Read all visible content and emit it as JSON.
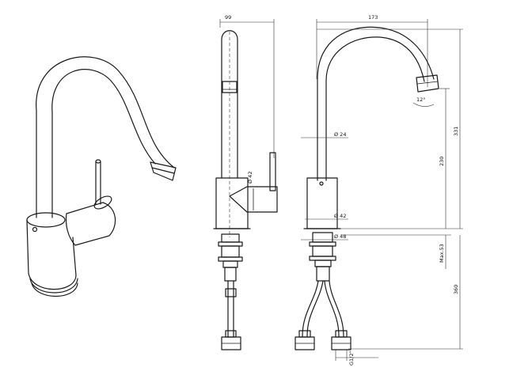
{
  "drawing": {
    "dimensions": {
      "side_spout_reach": "99",
      "front_spout_reach": "173",
      "spout_diameter": "Ø 24",
      "body_diameter_side": "Ø 42",
      "body_diameter_front": "Ø 42",
      "base_diameter": "Ø 48",
      "swivel_angle": "12°",
      "height_overall": "331",
      "height_spout": "230",
      "max_deck_thickness": "Max.53",
      "hose_length": "360",
      "connection_thread": "G1/2\""
    }
  }
}
